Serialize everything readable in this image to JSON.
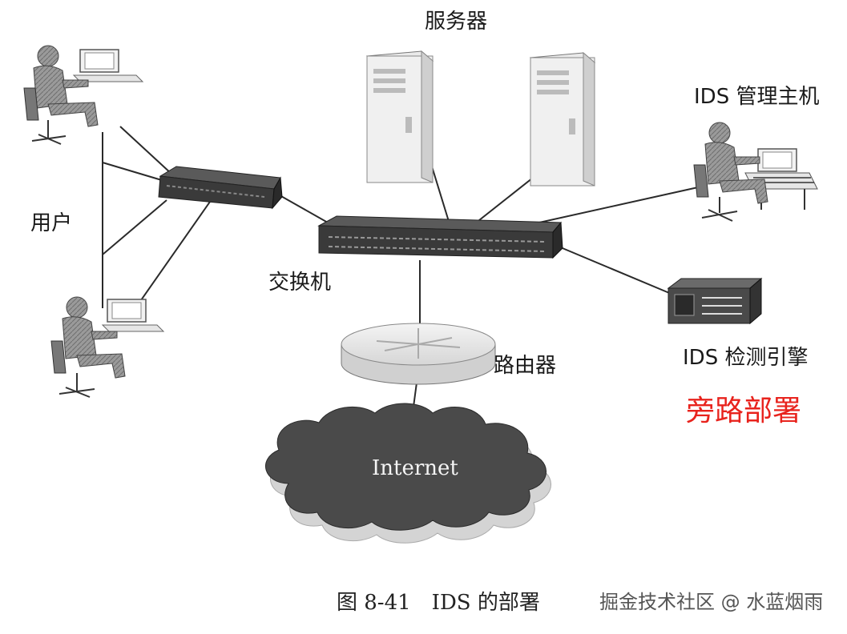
{
  "labels": {
    "servers": "服务器",
    "ids_manager": "IDS 管理主机",
    "users": "用户",
    "switch": "交换机",
    "router": "路由器",
    "ids_engine": "IDS 检测引擎",
    "bypass_deploy": "旁路部署",
    "internet": "Internet",
    "caption": "图 8-41　IDS 的部署",
    "watermark": "掘金技术社区 @ 水蓝烟雨"
  },
  "colors": {
    "bypass_label": "#e8231d",
    "line": "#2a2a2a",
    "device_dark": "#3a3a3a",
    "person_fill": "#8a8a8a",
    "cloud_dark": "#4a4a4a",
    "cloud_light": "#cfcfcf"
  }
}
